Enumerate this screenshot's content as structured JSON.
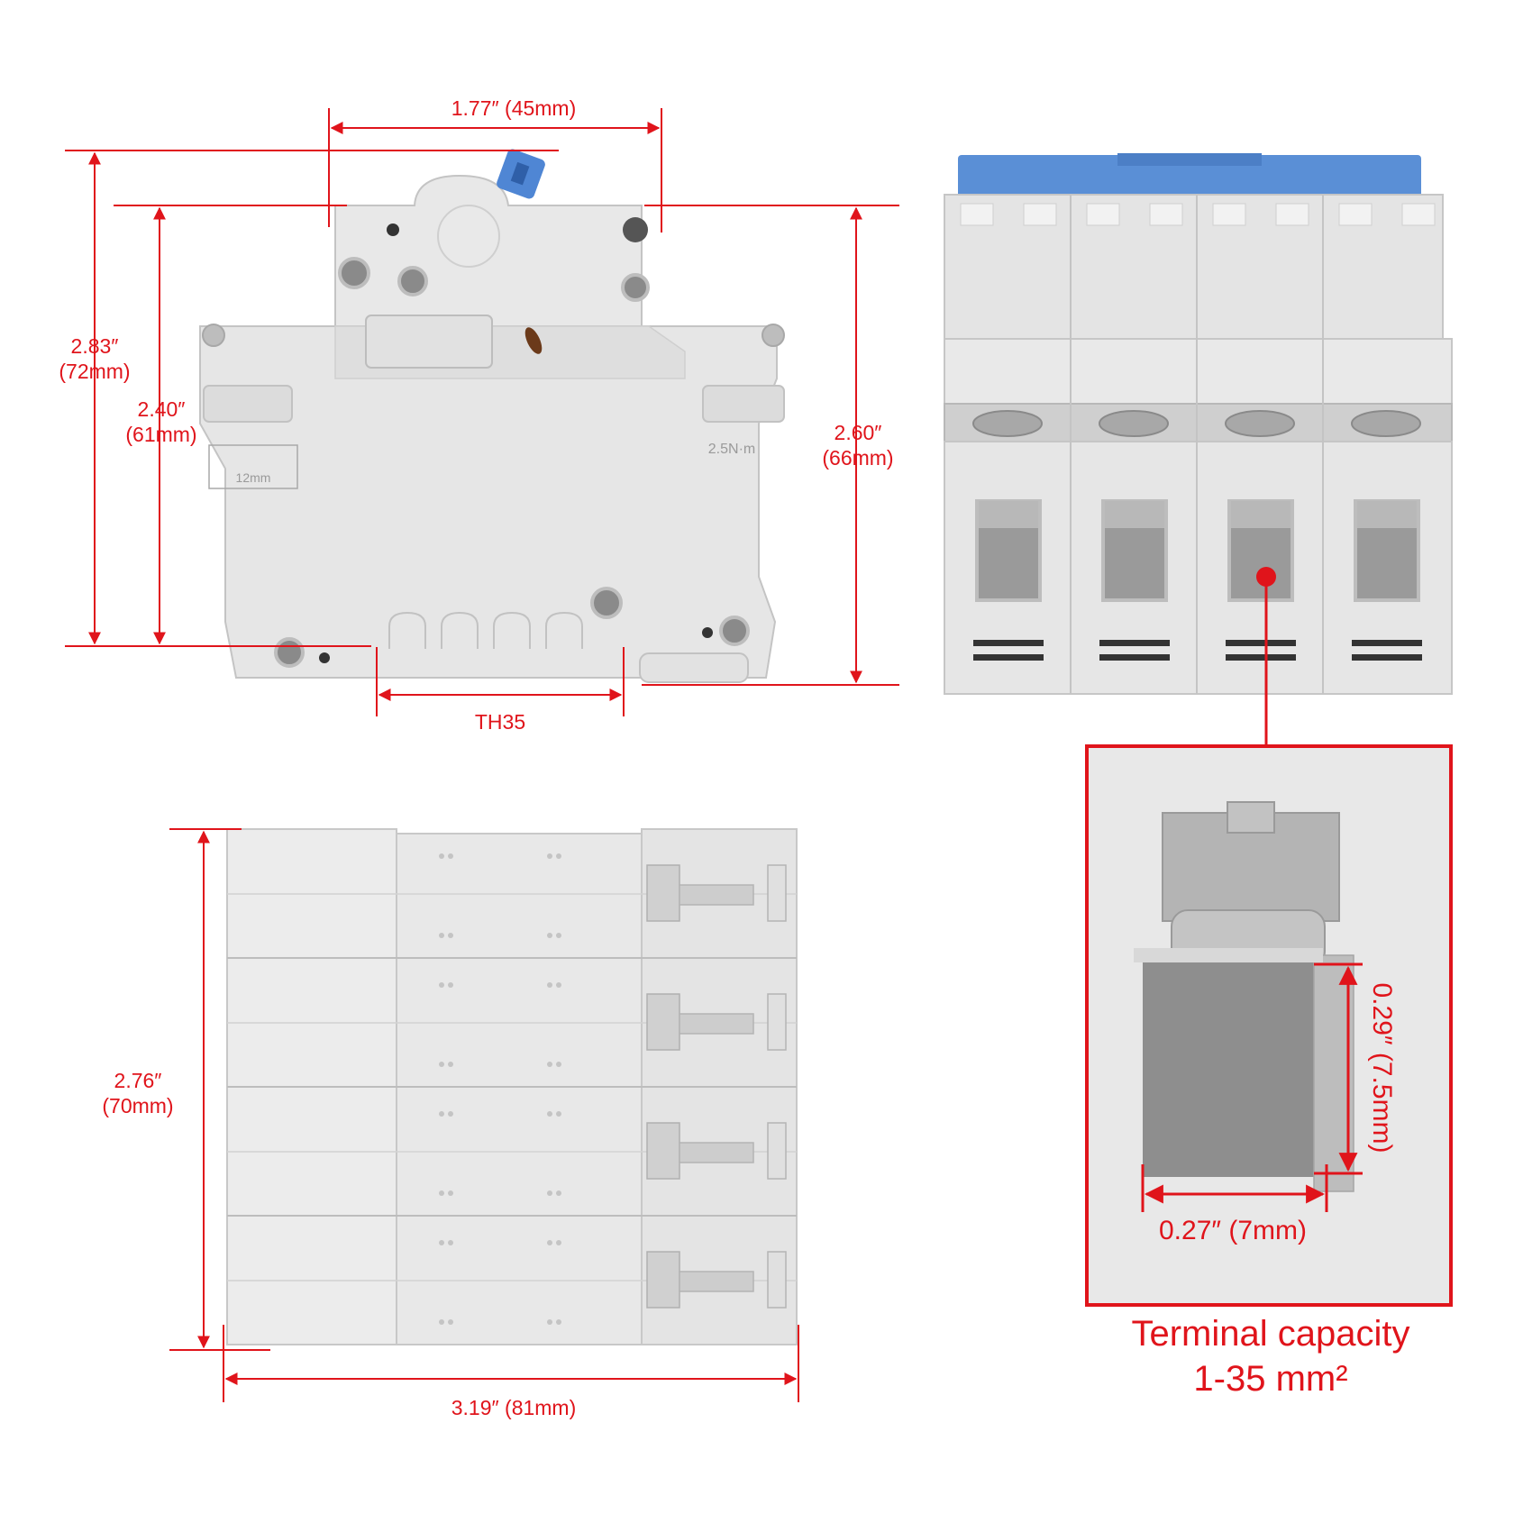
{
  "colors": {
    "dimension_red": "#e0141b",
    "housing_gray": "#e6e6e6",
    "housing_shadow": "#c9c9c9",
    "handle_blue": "#5a8fd6",
    "metal": "#b9b9b9"
  },
  "side_view": {
    "width_top": "1.77″ (45mm)",
    "height_total_in": "2.83″",
    "height_total_mm": "(72mm)",
    "height_body_in": "2.40″",
    "height_body_mm": "(61mm)",
    "height_right_in": "2.60″",
    "height_right_mm": "(66mm)",
    "rail": "TH35",
    "mark_strip": "12mm",
    "mark_torque": "2.5N·m"
  },
  "top_view": {
    "height_in": "2.76″",
    "height_mm": "(70mm)",
    "width": "3.19″ (81mm)"
  },
  "terminal_detail": {
    "height": "0.29″ (7.5mm)",
    "width": "0.27″ (7mm)",
    "caption_line1": "Terminal capacity",
    "caption_line2": "1-35 mm²"
  }
}
